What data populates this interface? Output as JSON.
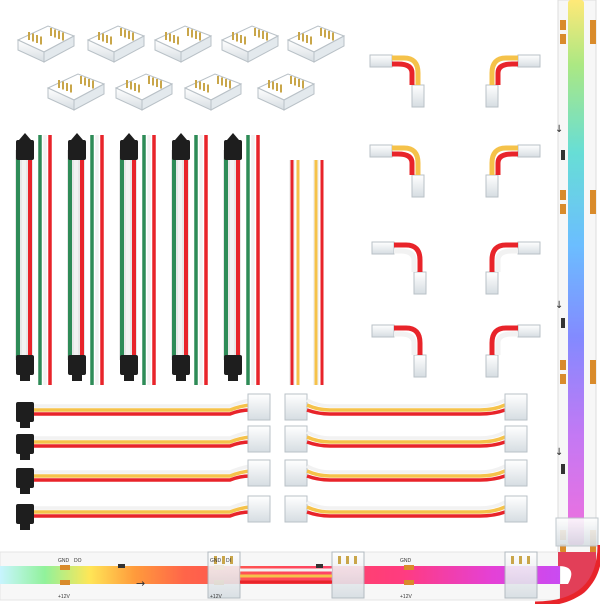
{
  "strip": {
    "labels": {
      "gnd": "GND",
      "do": "DO",
      "di": "DI",
      "v12": "+12V"
    },
    "direction_arrow": "→"
  },
  "colors": {
    "red_wire": "#e8242a",
    "yellow_wire": "#f5c24a",
    "white_wire": "#f2f2f2",
    "green_wire": "#2e8b57",
    "black_plug": "#1e1e1e",
    "orange_pad": "#d98b2b",
    "clear_connector": "#e8eef2"
  },
  "icons": {
    "connector": "clear-strip-connector-icon",
    "plug": "jst-sm-plug-icon"
  }
}
